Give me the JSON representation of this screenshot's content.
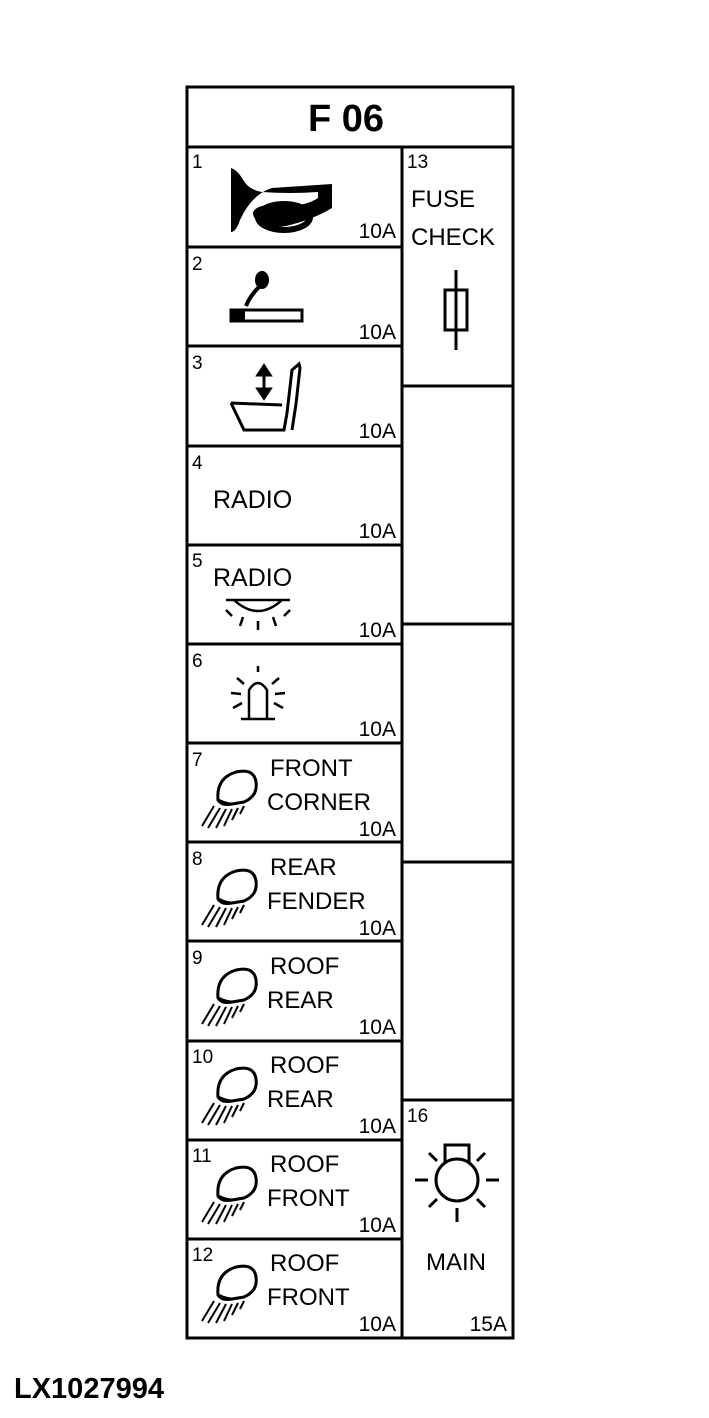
{
  "panel": {
    "title": "F 06",
    "code": "LX1027994"
  },
  "left_fuses": [
    {
      "number": "1",
      "amps": "10A",
      "icon": "horn-icon",
      "labels": []
    },
    {
      "number": "2",
      "amps": "10A",
      "icon": "cigarette-lighter-icon",
      "labels": []
    },
    {
      "number": "3",
      "amps": "10A",
      "icon": "seat-adjust-icon",
      "labels": []
    },
    {
      "number": "4",
      "amps": "10A",
      "icon": "",
      "labels": [
        "RADIO"
      ]
    },
    {
      "number": "5",
      "amps": "10A",
      "icon": "interior-light-icon",
      "labels": [
        "RADIO"
      ]
    },
    {
      "number": "6",
      "amps": "10A",
      "icon": "beacon-light-icon",
      "labels": []
    },
    {
      "number": "7",
      "amps": "10A",
      "icon": "work-light-icon",
      "labels": [
        "FRONT",
        "CORNER"
      ]
    },
    {
      "number": "8",
      "amps": "10A",
      "icon": "work-light-icon",
      "labels": [
        "REAR",
        "FENDER"
      ]
    },
    {
      "number": "9",
      "amps": "10A",
      "icon": "work-light-icon",
      "labels": [
        "ROOF",
        "REAR"
      ]
    },
    {
      "number": "10",
      "amps": "10A",
      "icon": "work-light-icon",
      "labels": [
        "ROOF",
        "REAR"
      ]
    },
    {
      "number": "11",
      "amps": "10A",
      "icon": "work-light-icon",
      "labels": [
        "ROOF",
        "FRONT"
      ]
    },
    {
      "number": "12",
      "amps": "10A",
      "icon": "work-light-icon",
      "labels": [
        "ROOF",
        "FRONT"
      ]
    }
  ],
  "right_fuses": {
    "fuse_check": {
      "number": "13",
      "labels": [
        "FUSE",
        "CHECK"
      ],
      "icon": "fuse-icon"
    },
    "main": {
      "number": "16",
      "label": "MAIN",
      "amps": "15A",
      "icon": "main-light-icon"
    }
  }
}
